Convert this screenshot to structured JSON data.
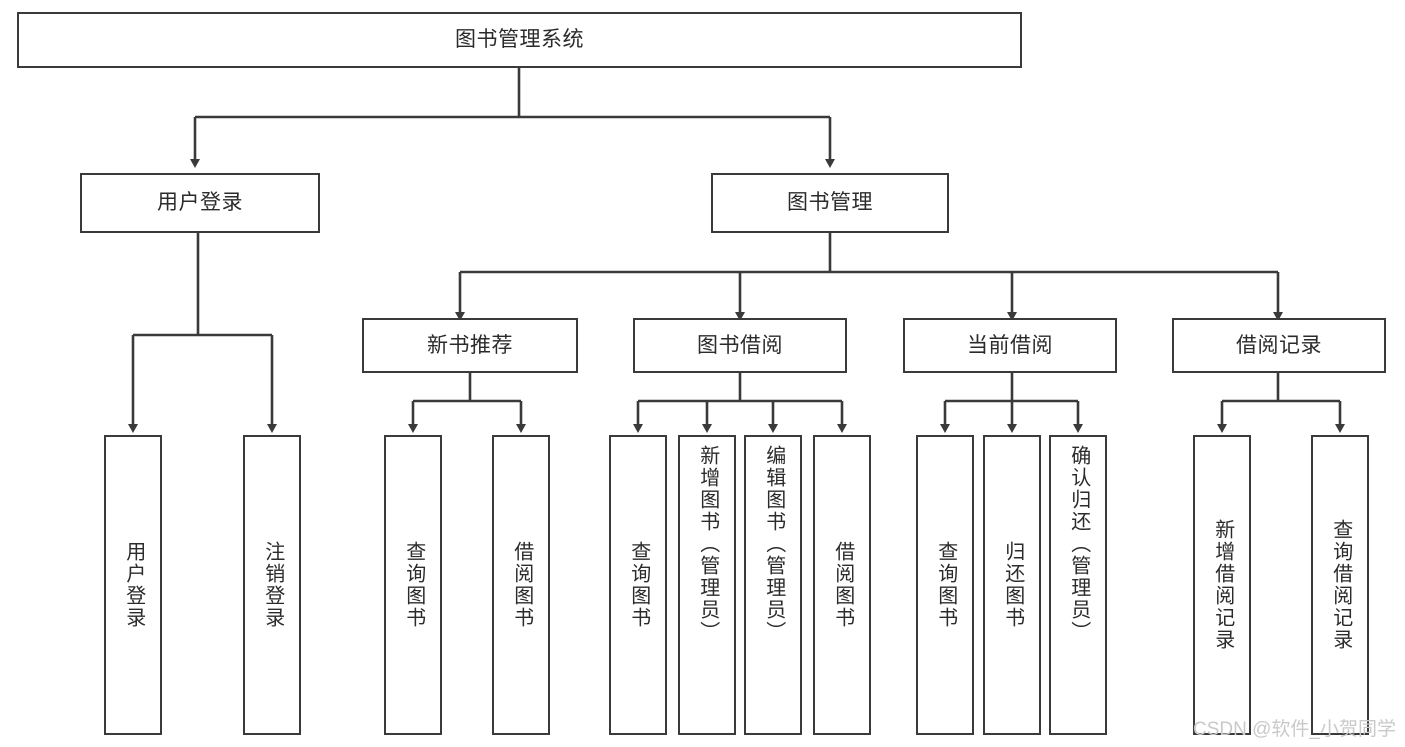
{
  "diagram": {
    "title": "图书管理系统",
    "root": {
      "label": "图书管理系统"
    },
    "tier2": [
      {
        "label": "用户登录"
      },
      {
        "label": "图书管理"
      }
    ],
    "tier3": [
      {
        "label": "新书推荐"
      },
      {
        "label": "图书借阅"
      },
      {
        "label": "当前借阅"
      },
      {
        "label": "借阅记录"
      }
    ],
    "leaves": {
      "user_login": [
        {
          "label": "用户登录"
        },
        {
          "label": "注销登录"
        }
      ],
      "new_book": [
        {
          "label": "查询图书"
        },
        {
          "label": "借阅图书"
        }
      ],
      "borrow": [
        {
          "label": "查询图书"
        },
        {
          "label": "新增图书（管理员）"
        },
        {
          "label": "编辑图书（管理员）"
        },
        {
          "label": "借阅图书"
        }
      ],
      "current": [
        {
          "label": "查询图书"
        },
        {
          "label": "归还图书"
        },
        {
          "label": "确认归还（管理员）"
        }
      ],
      "records": [
        {
          "label": "新增借阅记录"
        },
        {
          "label": "查询借阅记录"
        }
      ]
    }
  },
  "watermark": {
    "text": "CSDN @软件_小贺同学"
  },
  "colors": {
    "stroke": "#3a3a3a",
    "text": "#2b2b2b",
    "background": "#ffffff",
    "watermark": "#c9c9c9"
  }
}
